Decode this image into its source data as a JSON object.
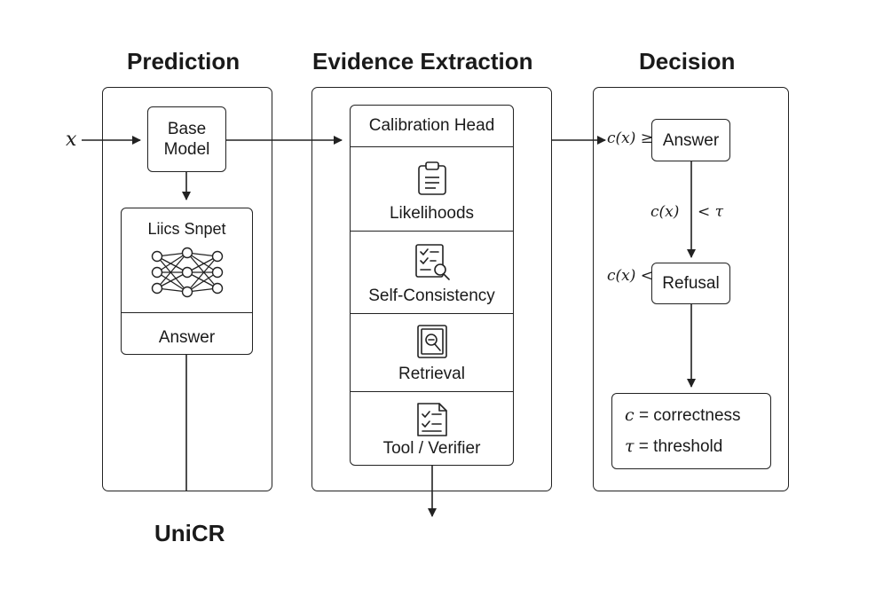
{
  "sections": {
    "prediction": "Prediction",
    "evidence": "Evidence Extraction",
    "decision": "Decision"
  },
  "input_label": "x",
  "prediction": {
    "base_model": "Base\nModel",
    "network_title": "Liics Snpet",
    "answer": "Answer"
  },
  "evidence": {
    "head": "Calibration Head",
    "items": [
      {
        "label": "Likelihoods",
        "icon": "clipboard-icon"
      },
      {
        "label": "Self-Consistency",
        "icon": "checklist-search-icon"
      },
      {
        "label": "Retrieval",
        "icon": "magnifier-document-icon"
      },
      {
        "label": "Tool / Verifier",
        "icon": "checklist-document-icon"
      }
    ]
  },
  "decision": {
    "cond_accept": "c(x) ≥",
    "answer": "Answer",
    "cond_mid_left": "c(x)",
    "cond_mid_right": "< τ",
    "cond_refuse": "c(x) <",
    "refusal": "Refusal",
    "legend": [
      {
        "symbol": "c",
        "text": "= correctness"
      },
      {
        "symbol": "τ",
        "text": "= threshold"
      }
    ]
  },
  "footer": "UniCR"
}
